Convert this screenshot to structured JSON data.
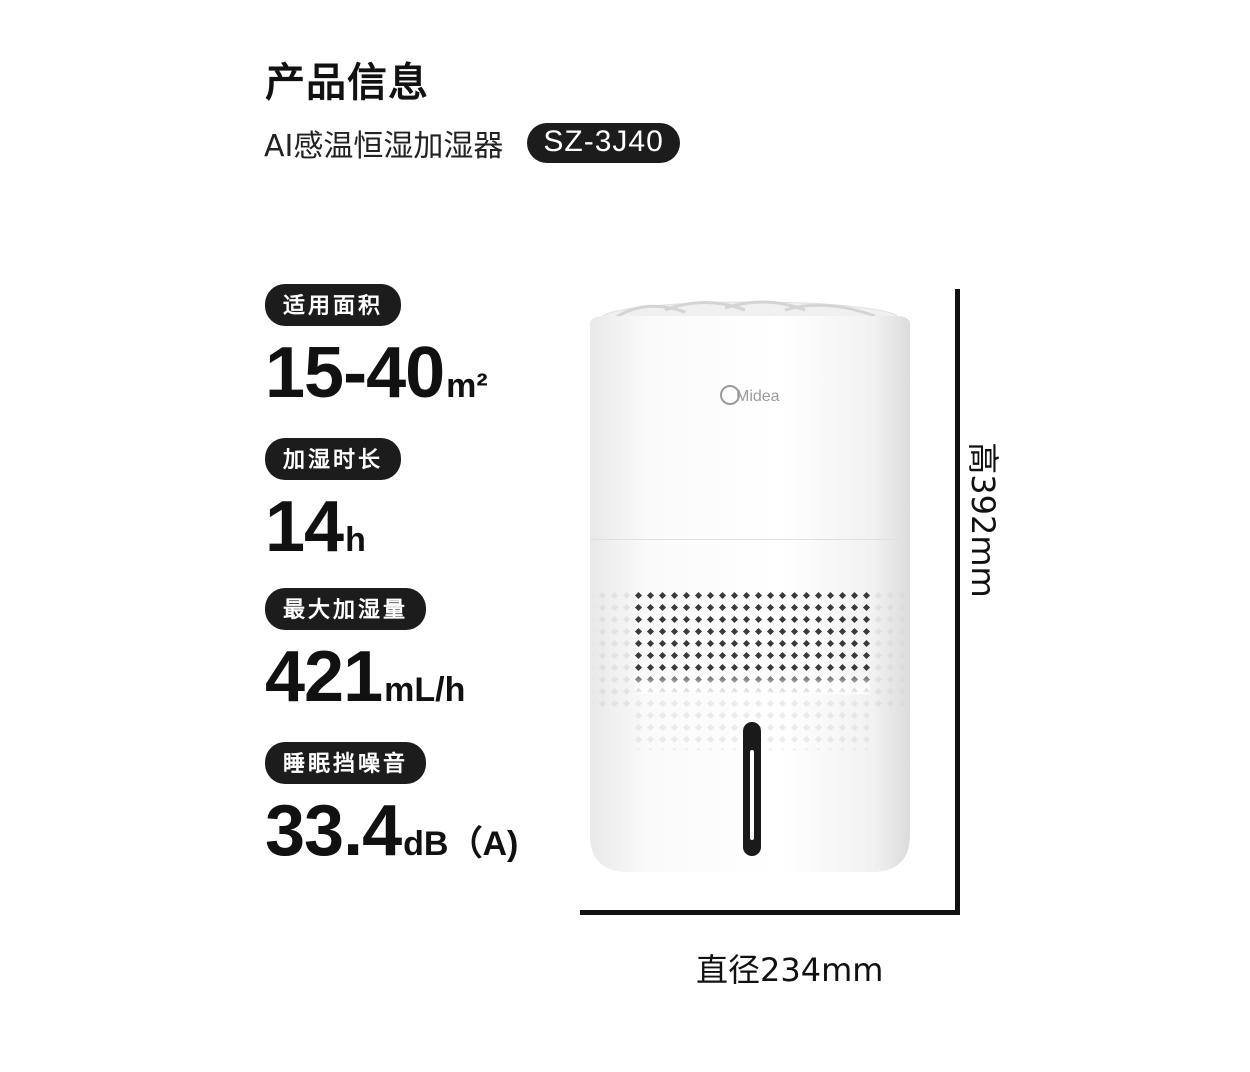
{
  "header": {
    "title": "产品信息",
    "product_name": "AI感温恒湿加湿器",
    "model": "SZ-3J40"
  },
  "specs": [
    {
      "label": "适用面积",
      "value": "15-40",
      "unit": "m²"
    },
    {
      "label": "加湿时长",
      "value": "14",
      "unit": "h"
    },
    {
      "label": "最大加湿量",
      "value": "421",
      "unit": "mL/h"
    },
    {
      "label": "睡眠挡噪音",
      "value": "33.4",
      "unit": "dB（A)"
    }
  ],
  "product_image": {
    "brand_logo": "Midea"
  },
  "dimensions": {
    "height_label": "高392mm",
    "diameter_label": "直径234mm"
  }
}
